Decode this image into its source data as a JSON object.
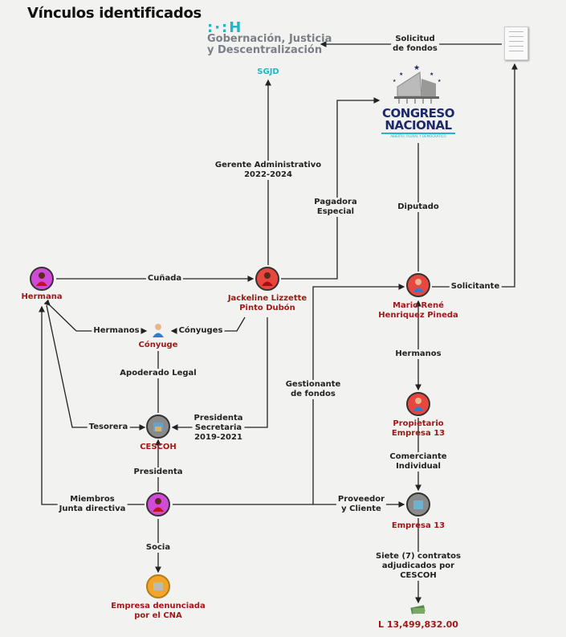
{
  "title": "Vínculos identificados",
  "logos": {
    "gob_mark": ":·:H",
    "gob_name_1": "Gobernación, Justicia",
    "gob_name_2": "y Descentralización",
    "sgjd": "SGJD",
    "congreso_1": "CONGRESO",
    "congreso_2": "NACIONAL",
    "congreso_tagline": "ABIERTO, PLURAL Y DEMOCRÁTICO"
  },
  "nodes": {
    "hermana": "Hermana",
    "jackeline_1": "Jackeline Lizzette",
    "jackeline_2": "Pinto Dubón",
    "mario_1": "Mario René",
    "mario_2": "Henriquez Pineda",
    "conyuge": "Cónyuge",
    "cescoh": "CESCOH",
    "propietario_1": "Propietario",
    "propietario_2": "Empresa 13",
    "empresa13": "Empresa 13",
    "denunciada_1": "Empresa denunciada",
    "denunciada_2": "por el CNA"
  },
  "edges": {
    "solicitud": "Solicitud\nde fondos",
    "gerente": "Gerente Administrativo\n2022-2024",
    "pagadora": "Pagadora\nEspecial",
    "diputado": "Diputado",
    "cunada": "Cuñada",
    "solicitante": "Solicitante",
    "hermanos1": "Hermanos",
    "conyuges": "Cónyuges",
    "apoderado": "Apoderado Legal",
    "gestionante": "Gestionante\nde fondos",
    "hermanos2": "Hermanos",
    "tesorera": "Tesorera",
    "presidenta_sec": "Presidenta\nSecretaria\n2019-2021",
    "comerciante": "Comerciante\nIndividual",
    "presidenta": "Presidenta",
    "miembros": "Miembros\nJunta directiva",
    "proveedor": "Proveedor\ny Cliente",
    "socia": "Socia",
    "siete": "Siete (7) contratos\nadjudicados por\nCESCOH"
  },
  "amount": "L 13,499,832.00",
  "colors": {
    "name": "#a01818",
    "accent": "#1fb7c5",
    "magenta": "#d24bd8",
    "red": "#e8473f",
    "gray": "#8a8a8a",
    "orange": "#f2a52b"
  }
}
